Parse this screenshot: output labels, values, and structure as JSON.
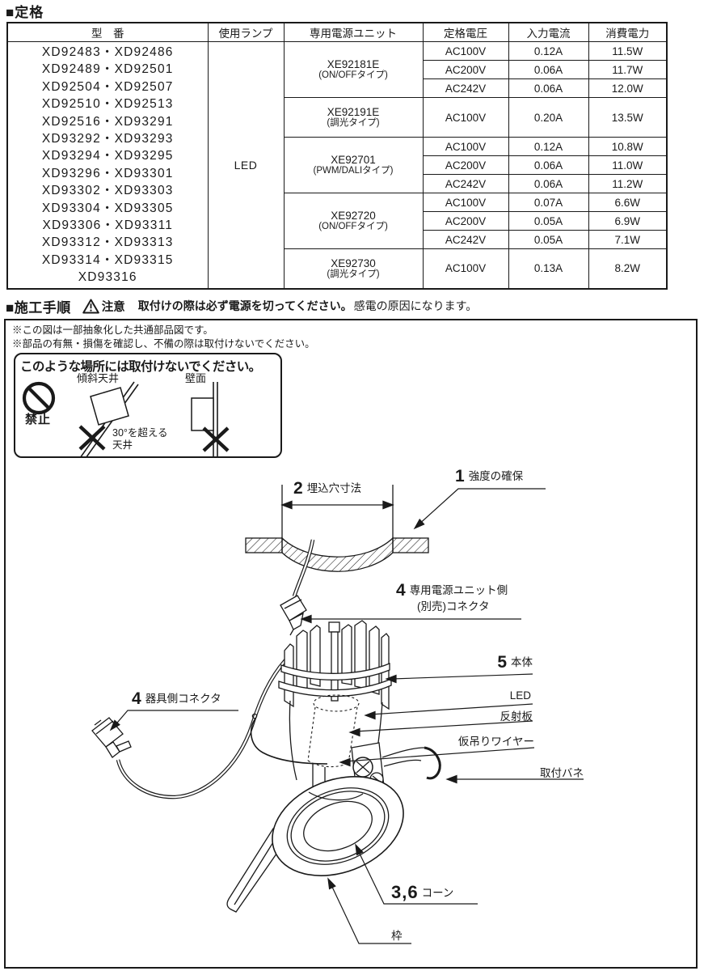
{
  "page": {
    "ink": "#1a1a1a"
  },
  "ratings": {
    "title": "■定格",
    "table": {
      "headers": [
        "型　番",
        "使用ランプ",
        "専用電源ユニット",
        "定格電圧",
        "入力電流",
        "消費電力"
      ],
      "models": [
        "XD92483・XD92486",
        "XD92489・XD92501",
        "XD92504・XD92507",
        "XD92510・XD92513",
        "XD92516・XD93291",
        "XD93292・XD93293",
        "XD93294・XD93295",
        "XD93296・XD93301",
        "XD93302・XD93303",
        "XD93304・XD93305",
        "XD93306・XD93311",
        "XD93312・XD93313",
        "XD93314・XD93315",
        "XD93316"
      ],
      "lamp": "LED",
      "groups": [
        {
          "unit": [
            "XE92181E",
            "(ON/OFFタイプ)"
          ],
          "rows": [
            [
              "AC100V",
              "0.12A",
              "11.5W"
            ],
            [
              "AC200V",
              "0.06A",
              "11.7W"
            ],
            [
              "AC242V",
              "0.06A",
              "12.0W"
            ]
          ]
        },
        {
          "unit": [
            "XE92191E",
            "(調光タイプ)"
          ],
          "rows": [
            [
              "AC100V",
              "0.20A",
              "13.5W"
            ]
          ]
        },
        {
          "unit": [
            "XE92701",
            "(PWM/DALIタイプ)"
          ],
          "rows": [
            [
              "AC100V",
              "0.12A",
              "10.8W"
            ],
            [
              "AC200V",
              "0.06A",
              "11.0W"
            ],
            [
              "AC242V",
              "0.06A",
              "11.2W"
            ]
          ]
        },
        {
          "unit": [
            "XE92720",
            "(ON/OFFタイプ)"
          ],
          "rows": [
            [
              "AC100V",
              "0.07A",
              "6.6W"
            ],
            [
              "AC200V",
              "0.05A",
              "6.9W"
            ],
            [
              "AC242V",
              "0.05A",
              "7.1W"
            ]
          ]
        },
        {
          "unit": [
            "XE92730",
            "(調光タイプ)"
          ],
          "rows": [
            [
              "AC100V",
              "0.13A",
              "8.2W"
            ]
          ]
        }
      ]
    }
  },
  "installation": {
    "title": "■施工手順",
    "caution_label": "注意",
    "caution_bold": "取付けの際は必ず電源を切ってください。",
    "caution_rest": "感電の原因になります。",
    "notes": [
      "※この図は一部抽象化した共通部品図です。",
      "※部品の有無・損傷を確認し、不備の際は取付けないでください。"
    ],
    "prohibition": {
      "title": "このような場所には取付けないでください。",
      "kinshi": "禁止",
      "sloped_label": "傾斜天井",
      "sloped_note": [
        "30°を超える",
        "天井"
      ],
      "wall_label": "壁面"
    },
    "callouts": {
      "c1": {
        "num": "1",
        "text": "強度の確保"
      },
      "c2": {
        "num": "2",
        "text": "埋込穴寸法"
      },
      "c4a": {
        "num": "4",
        "line1": "専用電源ユニット側",
        "line2": "(別売)コネクタ"
      },
      "c4b": {
        "num": "4",
        "text": "器具側コネクタ"
      },
      "c5": {
        "num": "5",
        "text": "本体"
      },
      "led": "LED",
      "reflector": "反射板",
      "temp_wire": "仮吊りワイヤー",
      "spring": "取付バネ",
      "c36": {
        "num": "3,6",
        "text": "コーン"
      },
      "frame": "枠"
    }
  }
}
